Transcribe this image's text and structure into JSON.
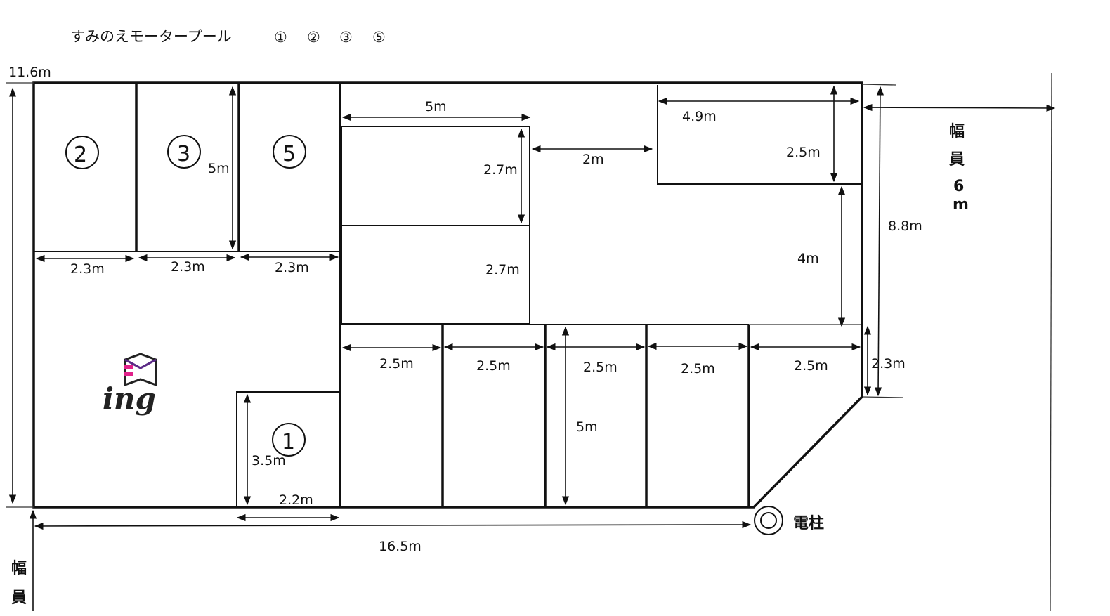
{
  "title": {
    "text": "すみのえモータープール",
    "marks": [
      "①",
      "②",
      "③",
      "⑤"
    ]
  },
  "slots": {
    "s2": "②",
    "s3": "③",
    "s5": "⑤",
    "s1": "①"
  },
  "dimensions": {
    "d_11_6": "11.6m",
    "d_5m_top": "5m",
    "d_5m_left": "5m",
    "d_2_3a": "2.3m",
    "d_2_3b": "2.3m",
    "d_2_3c": "2.3m",
    "d_2_7a": "2.7m",
    "d_2_7b": "2.7m",
    "d_2m": "2m",
    "d_4_9": "4.9m",
    "d_2_5_right": "2.5m",
    "d_4m": "4m",
    "d_8_8": "8.8m",
    "d_2_3_right": "2.3m",
    "d_2_5a": "2.5m",
    "d_2_5b": "2.5m",
    "d_2_5c": "2.5m",
    "d_2_5d": "2.5m",
    "d_2_5e": "2.5m",
    "d_5m_bottom": "5m",
    "d_3_5": "3.5m",
    "d_2_2": "2.2m",
    "d_16_5": "16.5m"
  },
  "road_right": {
    "c1": "幅",
    "c2": "員",
    "c3": "6",
    "c4": "m"
  },
  "road_left": {
    "c1": "幅",
    "c2": "員"
  },
  "pole_label": "電柱",
  "logo": {
    "text": "ing",
    "color_pink": "#e0218a",
    "color_purple": "#5b2a86",
    "color_dark": "#222222"
  }
}
